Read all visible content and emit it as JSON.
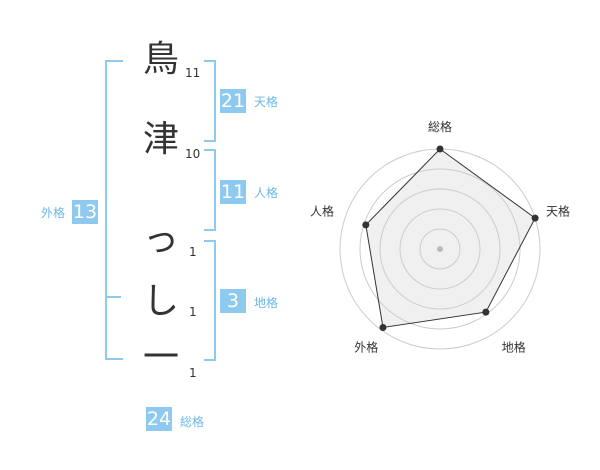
{
  "characters": [
    {
      "char": "鳥",
      "strokes": "11"
    },
    {
      "char": "津",
      "strokes": "10"
    },
    {
      "char": "っ",
      "strokes": "1"
    },
    {
      "char": "し",
      "strokes": "1"
    },
    {
      "char": "一",
      "strokes": "1"
    }
  ],
  "fortunes": {
    "tenkaku": {
      "value": "21",
      "label": "天格"
    },
    "jinkaku": {
      "value": "11",
      "label": "人格"
    },
    "chikaku": {
      "value": "3",
      "label": "地格"
    },
    "gaikaku": {
      "value": "13",
      "label": "外格"
    },
    "soukaku": {
      "value": "24",
      "label": "総格"
    }
  },
  "radar": {
    "axes": [
      "総格",
      "天格",
      "地格",
      "外格",
      "人格"
    ],
    "levels": 5,
    "values": [
      1.0,
      1.0,
      0.78,
      0.97,
      0.78
    ],
    "colors": {
      "fill": "#f0f0f0",
      "ring": "#cccccc",
      "line": "#333333",
      "point": "#333333",
      "center": "#bbbbbb"
    }
  }
}
